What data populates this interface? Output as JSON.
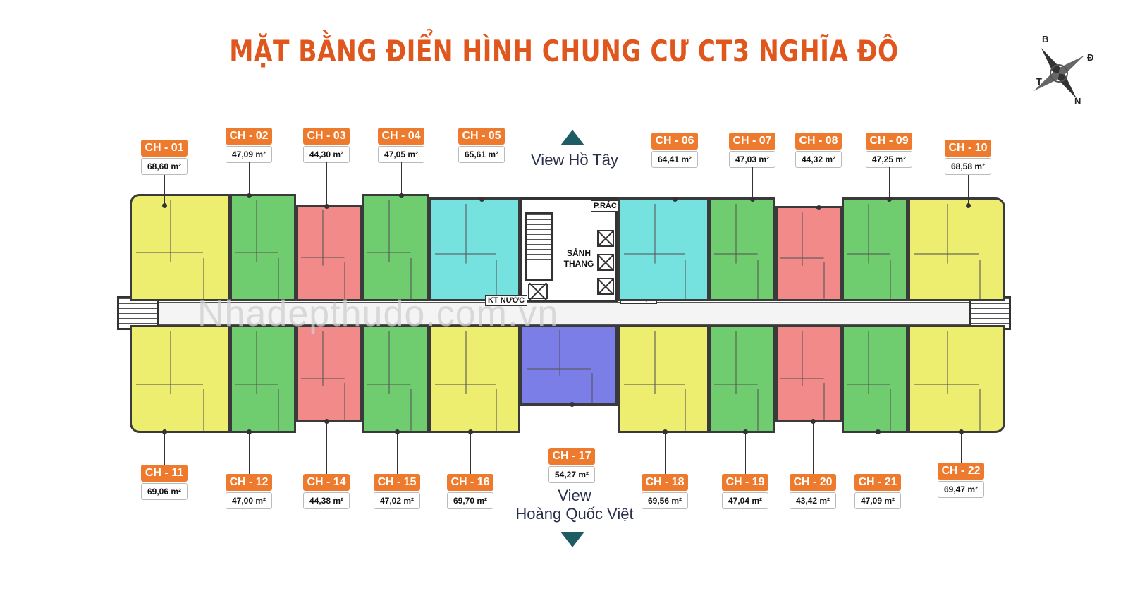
{
  "title": "MẶT BẰNG ĐIỂN HÌNH CHUNG CƯ CT3 NGHĨA ĐÔ",
  "compass": {
    "north": "B",
    "south": "N",
    "east": "Đ",
    "west": "T"
  },
  "views": {
    "top": "View Hồ Tây",
    "bottom_line1": "View",
    "bottom_line2": "Hoàng Quốc Việt"
  },
  "labels": {
    "rac": "P.RÁC",
    "kt_nuoc": "KT NƯỚC",
    "kt_dien": "KT ĐIỆN",
    "lobby_1": "SẢNH",
    "lobby_2": "THANG"
  },
  "watermark": "Nhadepthudo.com.vn",
  "colors": {
    "title": "#e0571e",
    "tag": "#ee7a2d",
    "arrow": "#1f5b63",
    "yellow": "#eded70",
    "green": "#6fcd6f",
    "red": "#f28a8a",
    "cyan": "#75e2e0",
    "blue": "#7b7ee6"
  },
  "units": [
    {
      "code": "CH - 01",
      "area": "68,60 m²",
      "color": "yellow"
    },
    {
      "code": "CH - 02",
      "area": "47,09 m²",
      "color": "green"
    },
    {
      "code": "CH - 03",
      "area": "44,30 m²",
      "color": "red"
    },
    {
      "code": "CH - 04",
      "area": "47,05 m²",
      "color": "green"
    },
    {
      "code": "CH - 05",
      "area": "65,61 m²",
      "color": "cyan"
    },
    {
      "code": "CH - 06",
      "area": "64,41 m²",
      "color": "cyan"
    },
    {
      "code": "CH - 07",
      "area": "47,03 m²",
      "color": "green"
    },
    {
      "code": "CH - 08",
      "area": "44,32 m²",
      "color": "red"
    },
    {
      "code": "CH - 09",
      "area": "47,25 m²",
      "color": "green"
    },
    {
      "code": "CH - 10",
      "area": "68,58 m²",
      "color": "yellow"
    },
    {
      "code": "CH - 11",
      "area": "69,06 m²",
      "color": "yellow"
    },
    {
      "code": "CH - 12",
      "area": "47,00 m²",
      "color": "green"
    },
    {
      "code": "CH - 14",
      "area": "44,38 m²",
      "color": "red"
    },
    {
      "code": "CH - 15",
      "area": "47,02 m²",
      "color": "green"
    },
    {
      "code": "CH - 16",
      "area": "69,70 m²",
      "color": "yellow"
    },
    {
      "code": "CH - 17",
      "area": "54,27 m²",
      "color": "blue"
    },
    {
      "code": "CH - 18",
      "area": "69,56 m²",
      "color": "yellow"
    },
    {
      "code": "CH - 19",
      "area": "47,04 m²",
      "color": "green"
    },
    {
      "code": "CH - 20",
      "area": "43,42 m²",
      "color": "red"
    },
    {
      "code": "CH - 21",
      "area": "47,09 m²",
      "color": "green"
    },
    {
      "code": "CH - 22",
      "area": "69,47 m²",
      "color": "yellow"
    }
  ]
}
